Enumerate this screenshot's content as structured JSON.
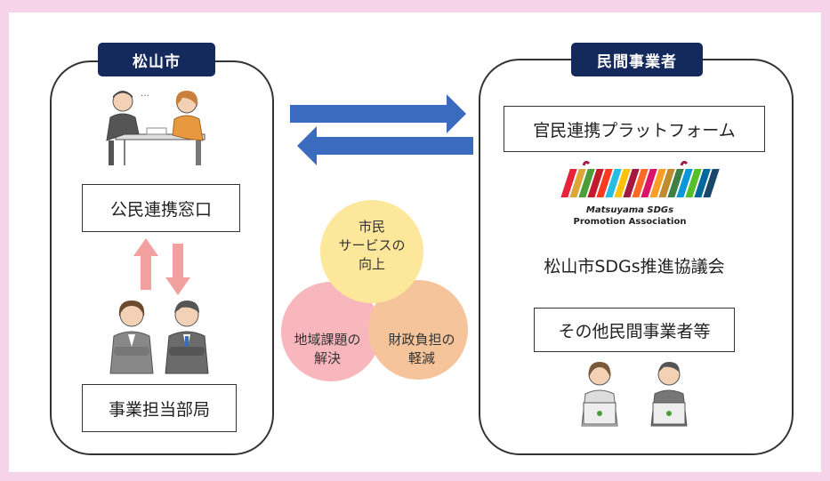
{
  "left_panel": {
    "tag": "松山市",
    "window_label": "公民連携窓口",
    "department_label": "事業担当部局"
  },
  "right_panel": {
    "tag": "民間事業者",
    "platform_label": "官民連携プラットフォーム",
    "logo_text_1": "Matsuyama SDGs",
    "logo_text_2": "Promotion Association",
    "council_label": "松山市SDGs推進協議会",
    "others_label": "その他民間事業者等"
  },
  "venn": {
    "top": "市民\nサービスの\n向上",
    "left": "地域課題の\n解決",
    "right": "財政負担の\n軽減"
  },
  "colors": {
    "navy": "#152a5c",
    "arrow_blue": "#3b6bbf",
    "arrow_pink": "#f2a0a0",
    "circle_yellow": "#fde79a",
    "circle_pink": "#f8b6bd",
    "circle_orange": "#f5c49a",
    "frame_pink": "#f7d3ea"
  },
  "icons": [
    "meeting-illustration",
    "staff-pair-illustration",
    "laptop-users-illustration",
    "sdgs-logo"
  ]
}
